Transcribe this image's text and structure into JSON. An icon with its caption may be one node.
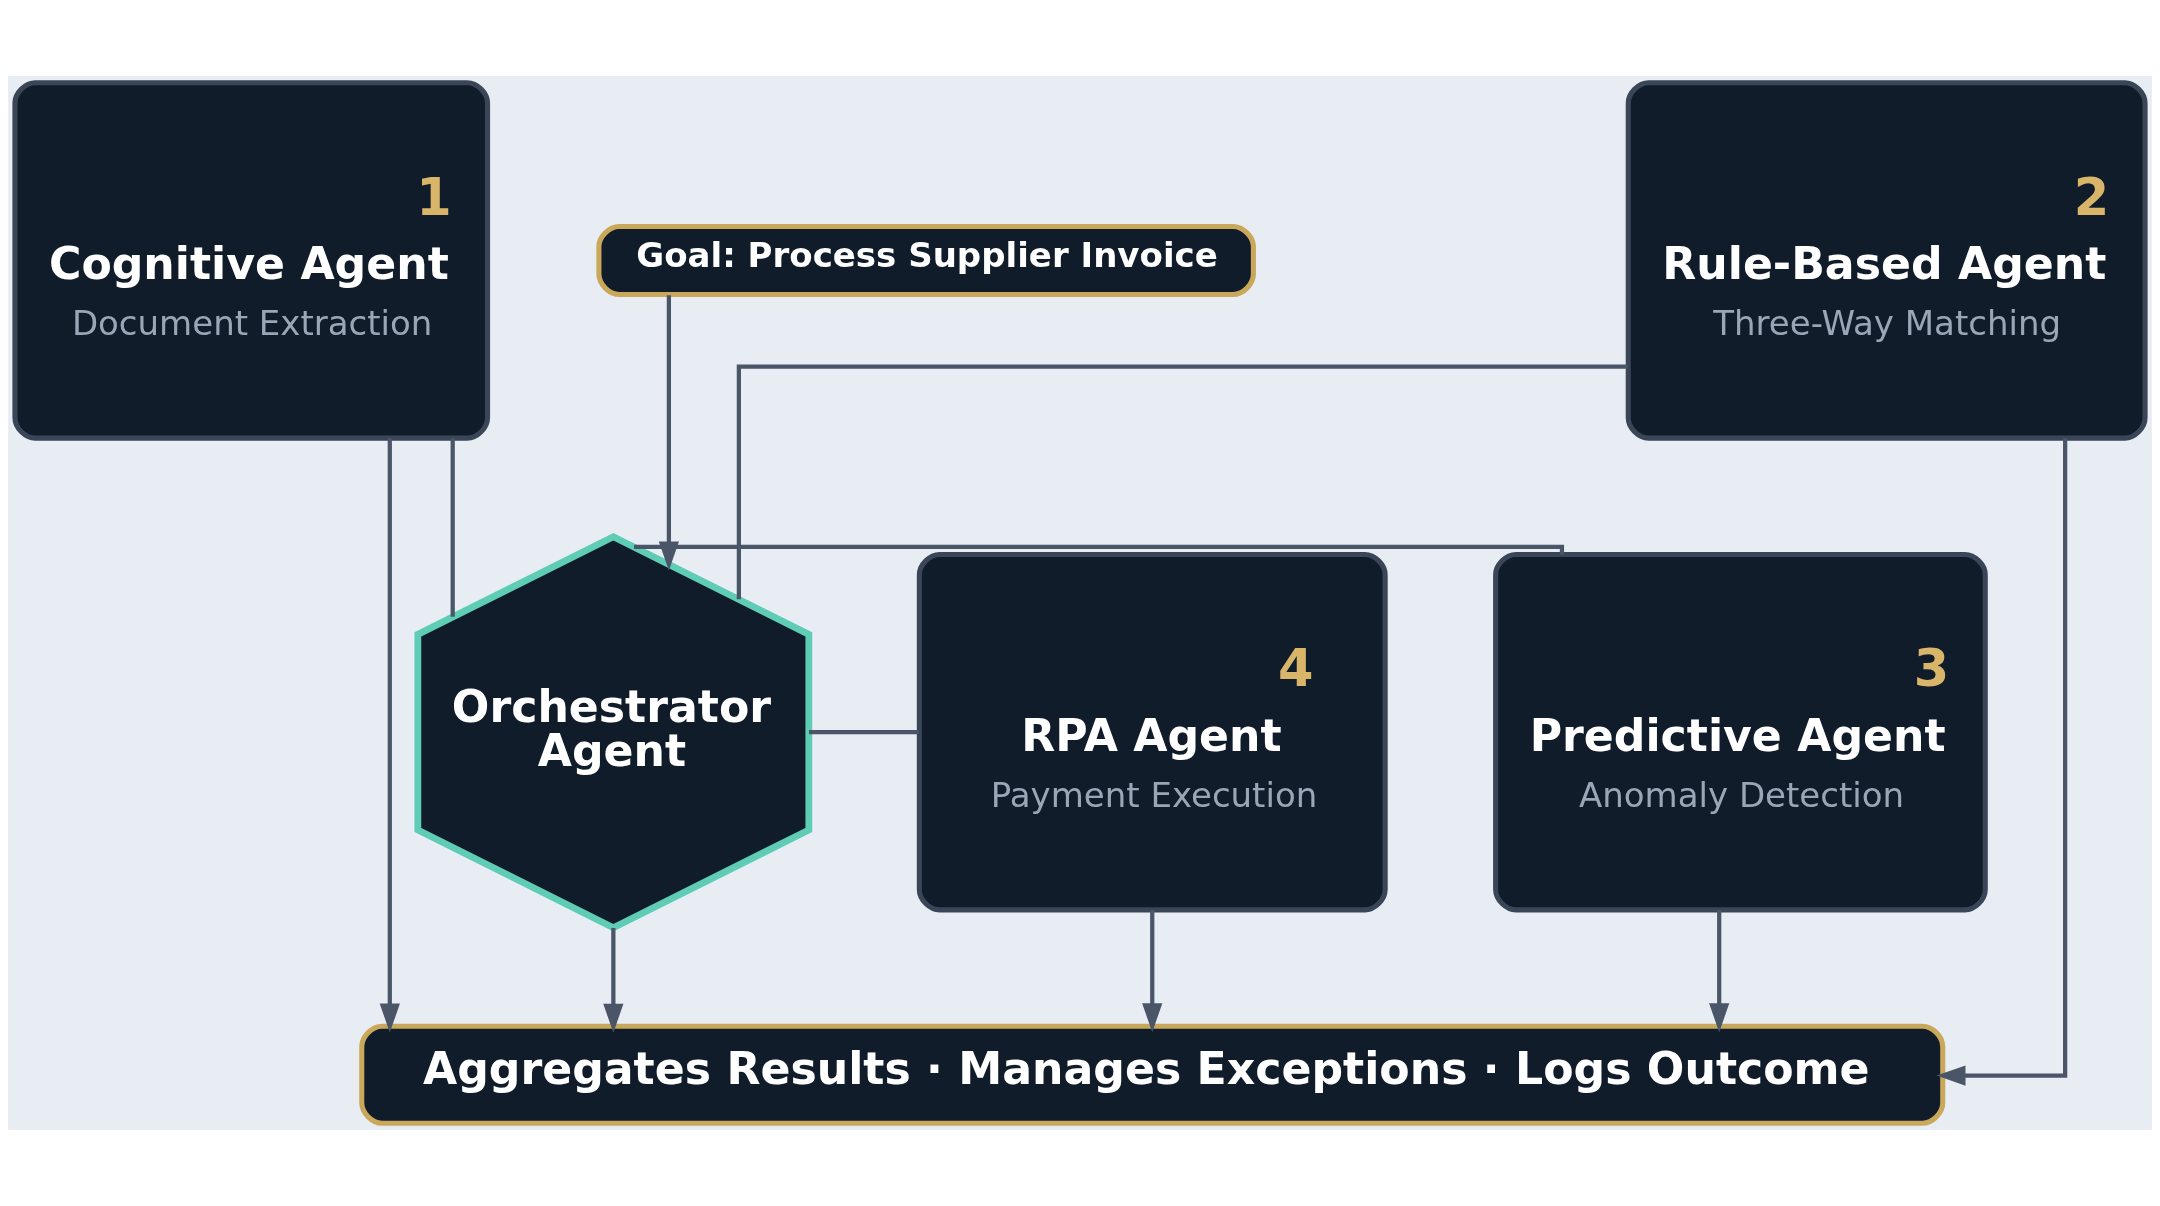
{
  "diagram": {
    "nodes": [
      {
        "text": [
          "1",
          "Cognitive Agent",
          "Document Extraction"
        ]
      },
      {
        "text": [
          "Goal: Process Supplier Invoice"
        ]
      },
      {
        "text": [
          "2",
          "Rule-Based Agent",
          "Three-Way Matching"
        ]
      },
      {
        "text": [
          "Orchestrator Agent"
        ]
      },
      {
        "text": [
          "4",
          "RPA Agent",
          "Payment Execution"
        ]
      },
      {
        "text": [
          "3",
          "Predictive Agent",
          "Anomaly Detection"
        ]
      },
      {
        "text": [
          "Aggregates Results · Manages Exceptions · Logs Outcome"
        ]
      }
    ],
    "edges": [
      {
        "from": 1,
        "to": 3,
        "arrow": "to"
      },
      {
        "from": 3,
        "to": 6,
        "arrow": "to"
      },
      {
        "from": 0,
        "to": 3,
        "arrow": "none"
      },
      {
        "from": 4,
        "to": 3,
        "arrow": "none"
      },
      {
        "from": 2,
        "to": 3,
        "arrow": "none"
      },
      {
        "from": 5,
        "to": 3,
        "arrow": "none"
      },
      {
        "from": 0,
        "to": 6,
        "arrow": "to"
      },
      {
        "from": 4,
        "to": 6,
        "arrow": "to"
      },
      {
        "from": 2,
        "to": 6,
        "arrow": "to"
      },
      {
        "from": 5,
        "to": 6,
        "arrow": "to"
      }
    ]
  }
}
